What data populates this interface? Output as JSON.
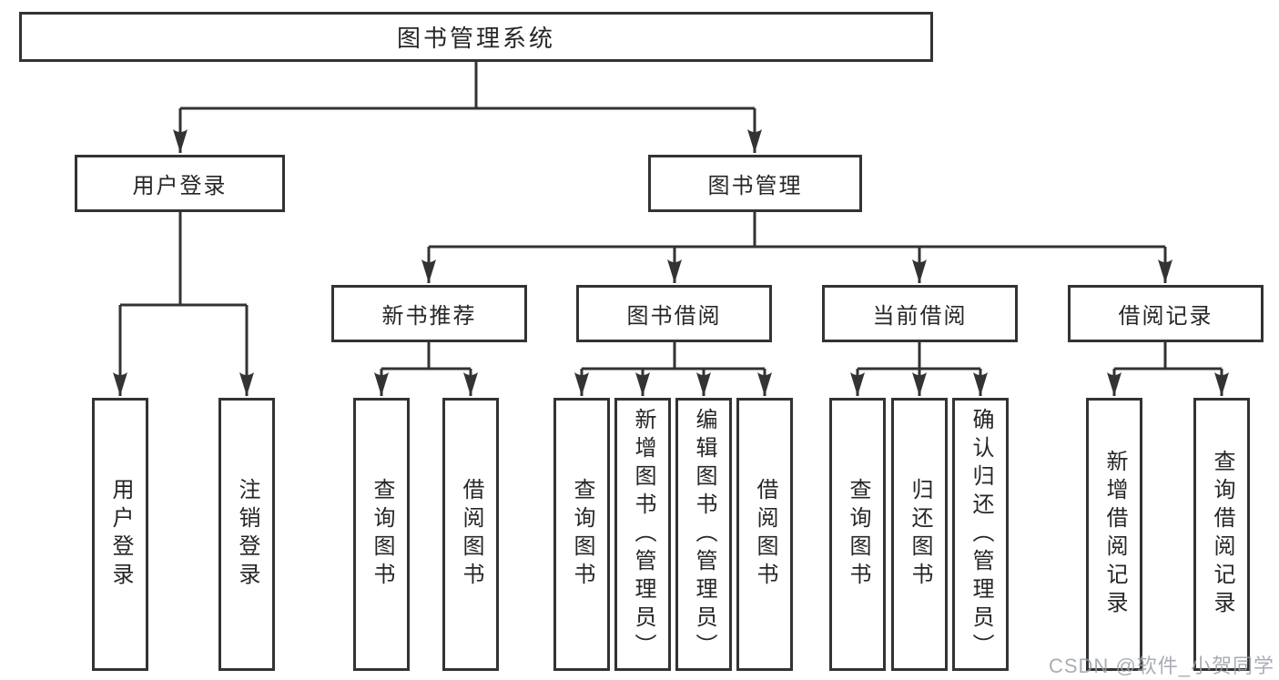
{
  "diagram": {
    "colors": {
      "line": "#333333",
      "box_border": "#333333",
      "text": "#262626",
      "background": "#ffffff",
      "watermark": "#9aa0a6"
    },
    "tree": {
      "label": "图书管理系统",
      "children": [
        {
          "label": "用户登录",
          "children": [
            {
              "label": "用户登录"
            },
            {
              "label": "注销登录"
            }
          ]
        },
        {
          "label": "图书管理",
          "children": [
            {
              "label": "新书推荐",
              "children": [
                {
                  "label": "查询图书"
                },
                {
                  "label": "借阅图书"
                }
              ]
            },
            {
              "label": "图书借阅",
              "children": [
                {
                  "label": "查询图书"
                },
                {
                  "label": "新增图书（管理员）"
                },
                {
                  "label": "编辑图书（管理员）"
                },
                {
                  "label": "借阅图书"
                }
              ]
            },
            {
              "label": "当前借阅",
              "children": [
                {
                  "label": "查询图书"
                },
                {
                  "label": "归还图书"
                },
                {
                  "label": "确认归还（管理员）"
                }
              ]
            },
            {
              "label": "借阅记录",
              "children": [
                {
                  "label": "新增借阅记录"
                },
                {
                  "label": "查询借阅记录"
                }
              ]
            }
          ]
        }
      ]
    },
    "watermark": {
      "text": "CSDN @软件_小贺同学"
    }
  }
}
